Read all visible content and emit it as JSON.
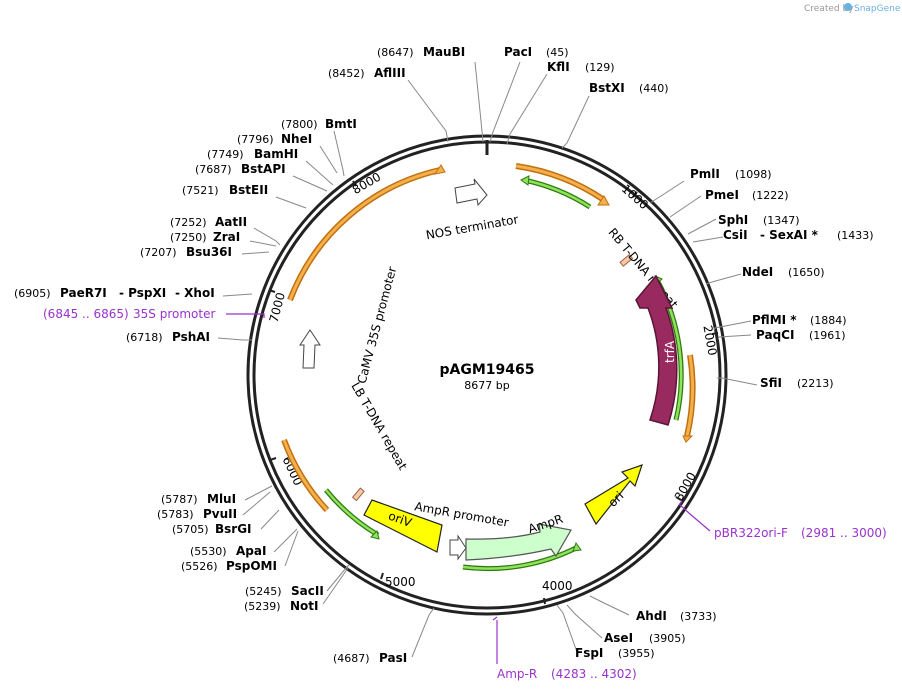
{
  "credit": "Created by",
  "brand": "SnapGene",
  "plasmid": {
    "name": "pAGM19465",
    "size": "8677 bp"
  },
  "ticks": [
    "1000",
    "2000",
    "3000",
    "4000",
    "5000",
    "6000",
    "7000",
    "8000"
  ],
  "enzymes": [
    {
      "name": "MauBI",
      "pos": "(8647)"
    },
    {
      "name": "PacI",
      "pos": "(45)"
    },
    {
      "name": "KflI",
      "pos": "(129)"
    },
    {
      "name": "AflIII",
      "pos": "(8452)"
    },
    {
      "name": "BstXI",
      "pos": "(440)"
    },
    {
      "name": "BmtI",
      "pos": "(7800)"
    },
    {
      "name": "NheI",
      "pos": "(7796)"
    },
    {
      "name": "BamHI",
      "pos": "(7749)"
    },
    {
      "name": "BstAPI",
      "pos": "(7687)"
    },
    {
      "name": "BstEII",
      "pos": "(7521)"
    },
    {
      "name": "AatII",
      "pos": "(7252)"
    },
    {
      "name": "ZraI",
      "pos": "(7250)"
    },
    {
      "name": "Bsu36I",
      "pos": "(7207)"
    },
    {
      "name": "PmlI",
      "pos": "(1098)"
    },
    {
      "name": "PmeI",
      "pos": "(1222)"
    },
    {
      "name": "SphI",
      "pos": "(1347)"
    },
    {
      "name": "CsiI",
      "pos": ""
    },
    {
      "name": "- SexAI *",
      "pos": "(1433)"
    },
    {
      "name": "NdeI",
      "pos": "(1650)"
    },
    {
      "name": "PflMI *",
      "pos": "(1884)"
    },
    {
      "name": "PaqCI",
      "pos": "(1961)"
    },
    {
      "name": "SfiI",
      "pos": "(2213)"
    },
    {
      "name": "PaeR7I",
      "pos": "(6905)"
    },
    {
      "name": "- PspXI",
      "pos": ""
    },
    {
      "name": "- XhoI",
      "pos": ""
    },
    {
      "name": "PshAI",
      "pos": "(6718)"
    },
    {
      "name": "MluI",
      "pos": "(5787)"
    },
    {
      "name": "PvuII",
      "pos": "(5783)"
    },
    {
      "name": "BsrGI",
      "pos": "(5705)"
    },
    {
      "name": "ApaI",
      "pos": "(5530)"
    },
    {
      "name": "PspOMI",
      "pos": "(5526)"
    },
    {
      "name": "SacII",
      "pos": "(5245)"
    },
    {
      "name": "NotI",
      "pos": "(5239)"
    },
    {
      "name": "PasI",
      "pos": "(4687)"
    },
    {
      "name": "AhdI",
      "pos": "(3733)"
    },
    {
      "name": "AseI",
      "pos": "(3905)"
    },
    {
      "name": "FspI",
      "pos": "(3955)"
    }
  ],
  "primers": [
    {
      "range": "(6845 .. 6865)",
      "name": "35S promoter"
    },
    {
      "name": "pBR322ori-F",
      "range": "(2981 .. 3000)"
    },
    {
      "name": "Amp-R",
      "range": "(4283 .. 4302)"
    }
  ],
  "features": {
    "nos_terminator": "NOS terminator",
    "rb_repeat": "RB T-DNA repeat",
    "trfA": "trfA",
    "camv_promoter": "CaMV 35S promoter",
    "lb_repeat": "LB T-DNA repeat",
    "oriV": "oriV",
    "ampr_promoter": "AmpR promoter",
    "ampR": "AmpR",
    "ori": "ori"
  },
  "colors": {
    "backbone": "#222222",
    "primer": "#9933cc",
    "orf_orange": "#f0a030",
    "orf_green": "#66cc33",
    "trfA": "#992a5f",
    "yellow": "#ffff00",
    "ampR_fill": "#ccffcc",
    "repeat": "#f4c9a8"
  }
}
